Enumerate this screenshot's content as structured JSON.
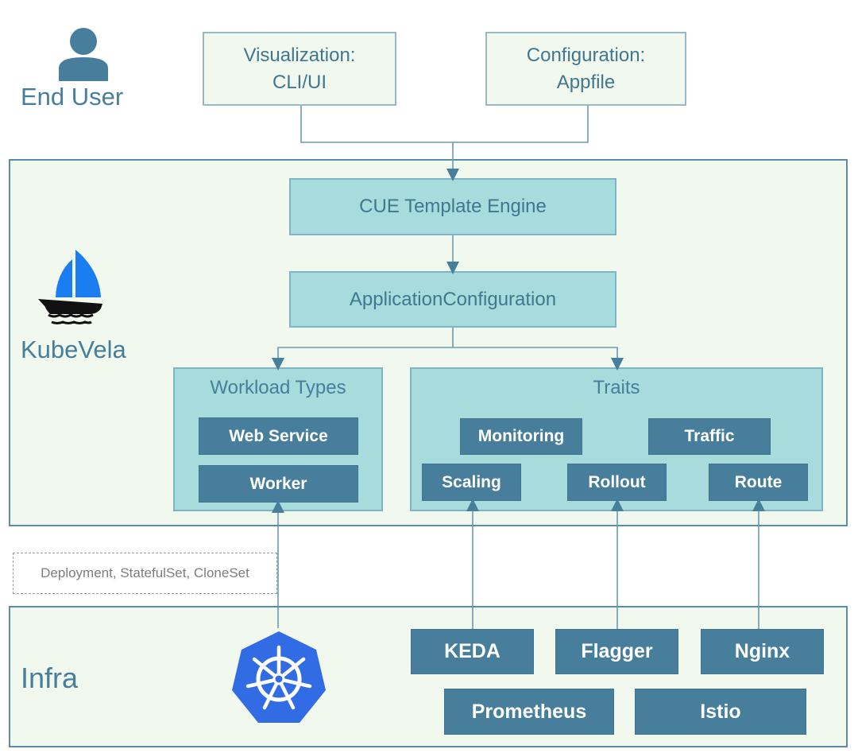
{
  "end_user": {
    "label": "End User",
    "icon": "user-icon"
  },
  "inputs": [
    {
      "line1": "Visualization:",
      "line2": "CLI/UI"
    },
    {
      "line1": "Configuration:",
      "line2": "Appfile"
    }
  ],
  "kubevela": {
    "label": "KubeVela",
    "icon": "sailboat-icon",
    "engine": "CUE Template Engine",
    "appconfig": "ApplicationConfiguration",
    "workload_types": {
      "title": "Workload Types",
      "items": [
        "Web Service",
        "Worker"
      ]
    },
    "traits": {
      "title": "Traits",
      "items": [
        "Monitoring",
        "Traffic",
        "Scaling",
        "Rollout",
        "Route"
      ]
    }
  },
  "workload_note": "Deployment, StatefulSet, CloneSet",
  "infra": {
    "label": "Infra",
    "icon": "kubernetes-helm-icon",
    "components": [
      "KEDA",
      "Flagger",
      "Nginx",
      "Prometheus",
      "Istio"
    ]
  },
  "colors": {
    "primary_dark": "#467e9c",
    "teal_box": "#a8dcdc",
    "light_bg": "#f1f8ee",
    "kubernetes_blue": "#326ce5",
    "sail_blue": "#1a7df0"
  }
}
